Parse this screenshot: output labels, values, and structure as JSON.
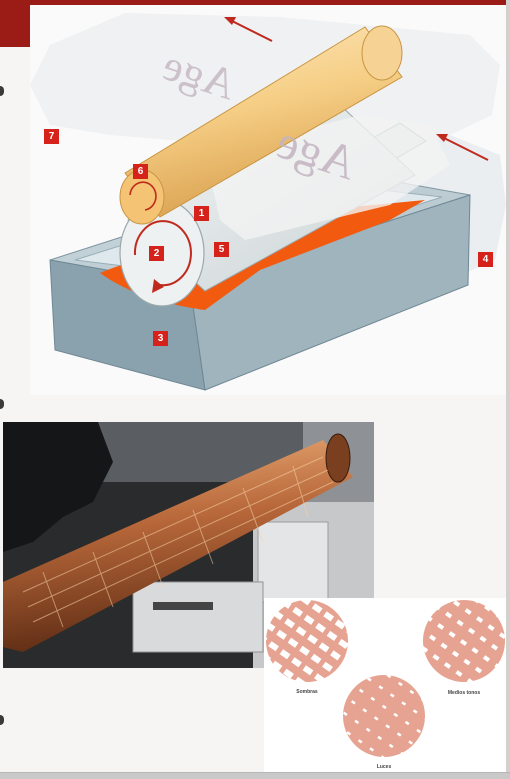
{
  "diagram": {
    "watermark_text": "Age",
    "labels": [
      "1",
      "2",
      "3",
      "4",
      "5",
      "6",
      "7"
    ]
  },
  "inset": {
    "labels": [
      "Sombras",
      "Medios tonos",
      "Luces"
    ]
  },
  "colors": {
    "accent": "#9b1b17",
    "label_red": "#d5221b",
    "ink": "#f25a10",
    "copper": "#b86a3c",
    "cell_pink": "#e6a392",
    "roller_yellow": "#f3c477"
  }
}
